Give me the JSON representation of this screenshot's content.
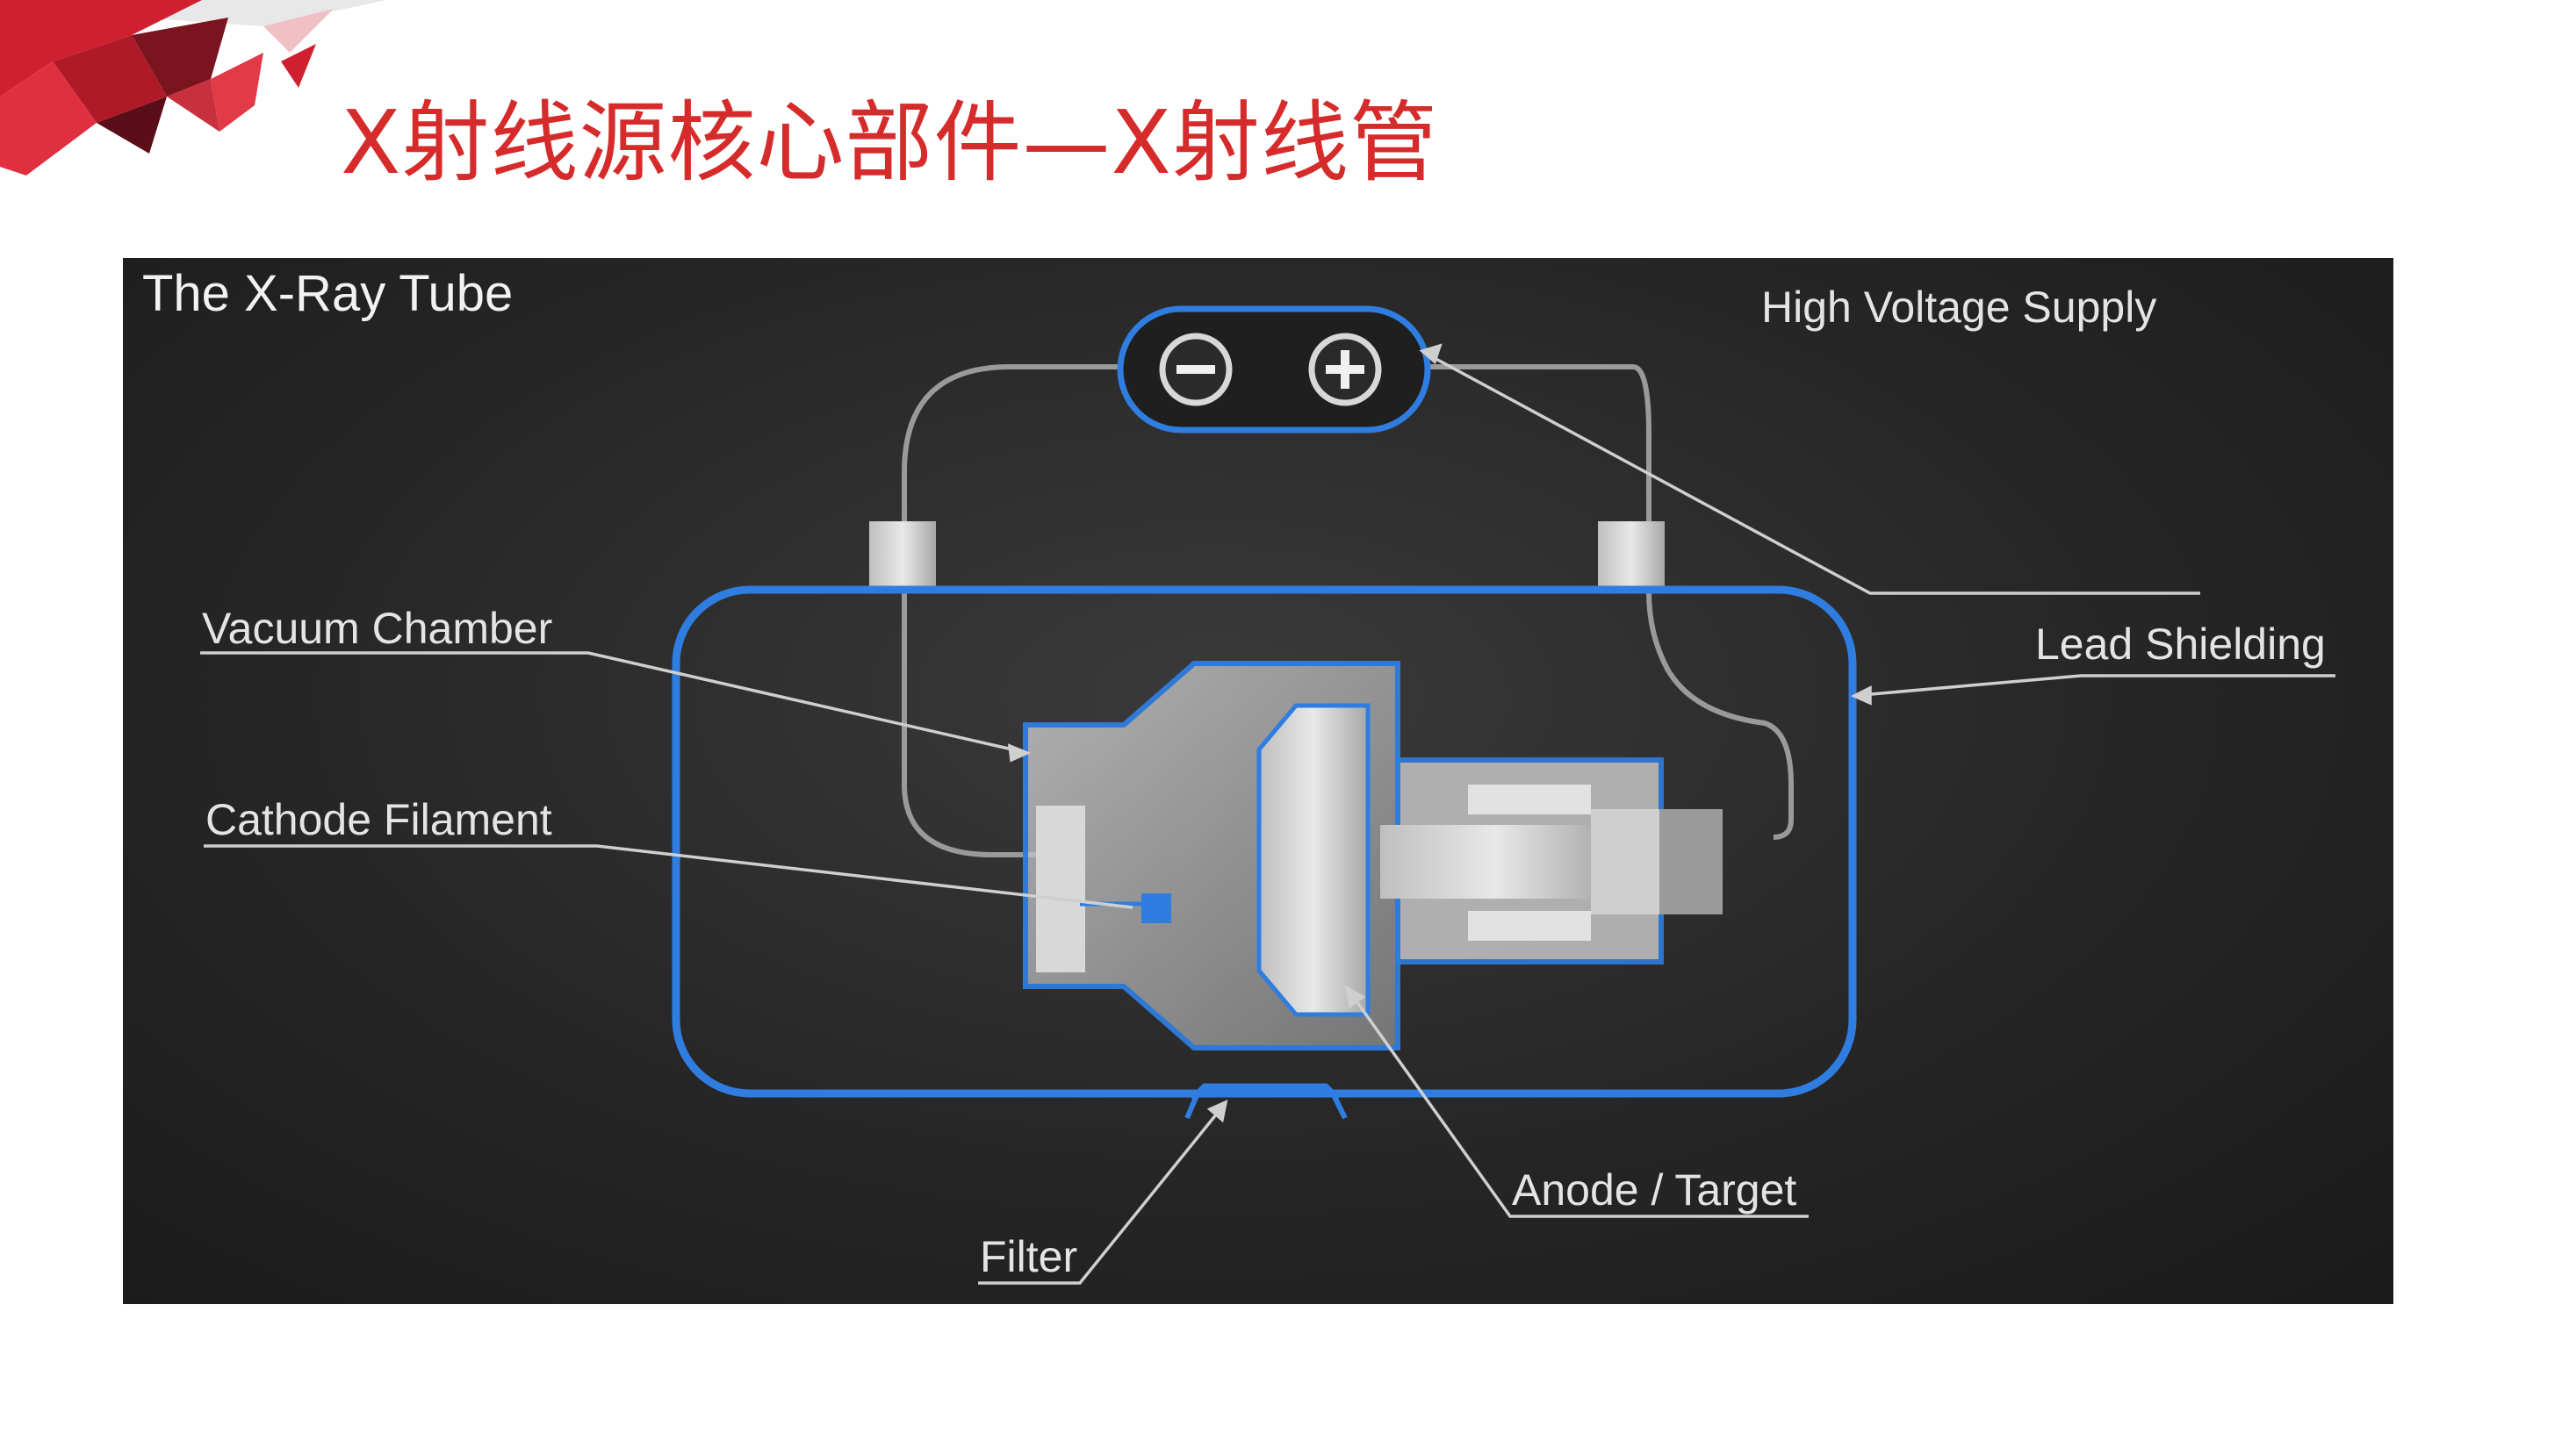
{
  "slide": {
    "title": "X射线源核心部件—X射线管"
  },
  "diagram": {
    "title": "The X-Ray Tube",
    "labels": {
      "high_voltage_supply": "High Voltage Supply",
      "vacuum_chamber": "Vacuum Chamber",
      "lead_shielding": "Lead Shielding",
      "cathode_filament": "Cathode Filament",
      "anode_target": "Anode / Target",
      "filter": "Filter"
    },
    "terminals": {
      "negative": "−",
      "positive": "+"
    },
    "colors": {
      "accent_blue": "#2f7de0",
      "wire_gray": "#9a9a9a",
      "title_red": "#d62b2b"
    }
  }
}
